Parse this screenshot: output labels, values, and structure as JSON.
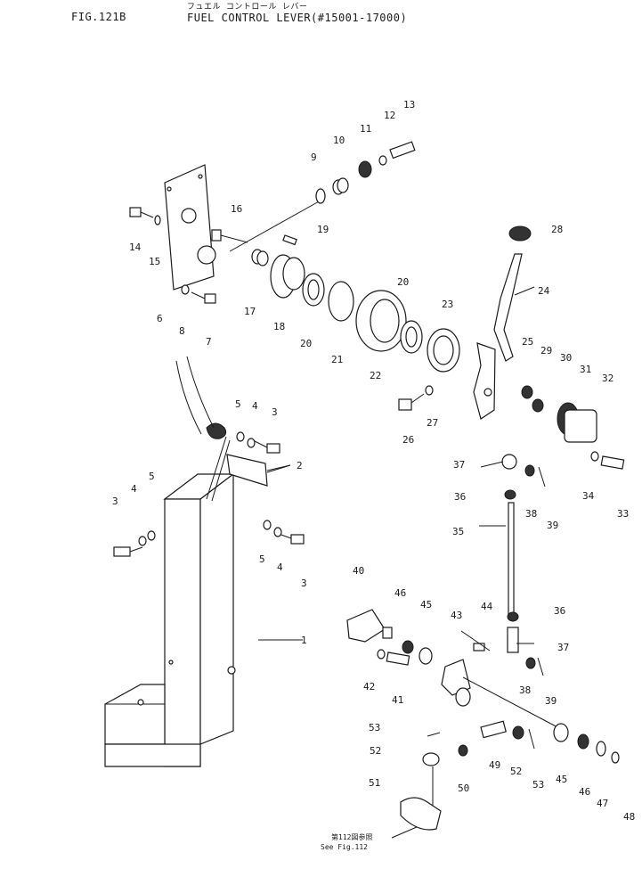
{
  "header": {
    "fig_no": "FIG.121B",
    "title_jp": "フュエル コントロール レバー",
    "title_en": "FUEL CONTROL LEVER(#15001-17000)"
  },
  "note": {
    "jp": "第112図参照",
    "en": "See Fig.112"
  },
  "callouts": [
    {
      "id": "c1",
      "t": "1"
    },
    {
      "id": "c2",
      "t": "2"
    },
    {
      "id": "c3a",
      "t": "3"
    },
    {
      "id": "c3b",
      "t": "3"
    },
    {
      "id": "c3c",
      "t": "3"
    },
    {
      "id": "c4a",
      "t": "4"
    },
    {
      "id": "c4b",
      "t": "4"
    },
    {
      "id": "c4c",
      "t": "4"
    },
    {
      "id": "c5a",
      "t": "5"
    },
    {
      "id": "c5b",
      "t": "5"
    },
    {
      "id": "c5c",
      "t": "5"
    },
    {
      "id": "c6",
      "t": "6"
    },
    {
      "id": "c7",
      "t": "7"
    },
    {
      "id": "c8",
      "t": "8"
    },
    {
      "id": "c9",
      "t": "9"
    },
    {
      "id": "c10",
      "t": "10"
    },
    {
      "id": "c11",
      "t": "11"
    },
    {
      "id": "c12",
      "t": "12"
    },
    {
      "id": "c13",
      "t": "13"
    },
    {
      "id": "c14",
      "t": "14"
    },
    {
      "id": "c15",
      "t": "15"
    },
    {
      "id": "c16",
      "t": "16"
    },
    {
      "id": "c17",
      "t": "17"
    },
    {
      "id": "c18",
      "t": "18"
    },
    {
      "id": "c19",
      "t": "19"
    },
    {
      "id": "c20a",
      "t": "20"
    },
    {
      "id": "c20b",
      "t": "20"
    },
    {
      "id": "c21",
      "t": "21"
    },
    {
      "id": "c22",
      "t": "22"
    },
    {
      "id": "c23",
      "t": "23"
    },
    {
      "id": "c24",
      "t": "24"
    },
    {
      "id": "c25",
      "t": "25"
    },
    {
      "id": "c26",
      "t": "26"
    },
    {
      "id": "c27",
      "t": "27"
    },
    {
      "id": "c28",
      "t": "28"
    },
    {
      "id": "c29",
      "t": "29"
    },
    {
      "id": "c30",
      "t": "30"
    },
    {
      "id": "c31",
      "t": "31"
    },
    {
      "id": "c32",
      "t": "32"
    },
    {
      "id": "c33",
      "t": "33"
    },
    {
      "id": "c34",
      "t": "34"
    },
    {
      "id": "c35",
      "t": "35"
    },
    {
      "id": "c36a",
      "t": "36"
    },
    {
      "id": "c36b",
      "t": "36"
    },
    {
      "id": "c37a",
      "t": "37"
    },
    {
      "id": "c37b",
      "t": "37"
    },
    {
      "id": "c38a",
      "t": "38"
    },
    {
      "id": "c38b",
      "t": "38"
    },
    {
      "id": "c39a",
      "t": "39"
    },
    {
      "id": "c39b",
      "t": "39"
    },
    {
      "id": "c40",
      "t": "40"
    },
    {
      "id": "c41",
      "t": "41"
    },
    {
      "id": "c42",
      "t": "42"
    },
    {
      "id": "c43",
      "t": "43"
    },
    {
      "id": "c44",
      "t": "44"
    },
    {
      "id": "c45a",
      "t": "45"
    },
    {
      "id": "c45b",
      "t": "45"
    },
    {
      "id": "c46a",
      "t": "46"
    },
    {
      "id": "c46b",
      "t": "46"
    },
    {
      "id": "c47",
      "t": "47"
    },
    {
      "id": "c48",
      "t": "48"
    },
    {
      "id": "c49",
      "t": "49"
    },
    {
      "id": "c50",
      "t": "50"
    },
    {
      "id": "c51",
      "t": "51"
    },
    {
      "id": "c52a",
      "t": "52"
    },
    {
      "id": "c52b",
      "t": "52"
    },
    {
      "id": "c53a",
      "t": "53"
    },
    {
      "id": "c53b",
      "t": "53"
    }
  ]
}
